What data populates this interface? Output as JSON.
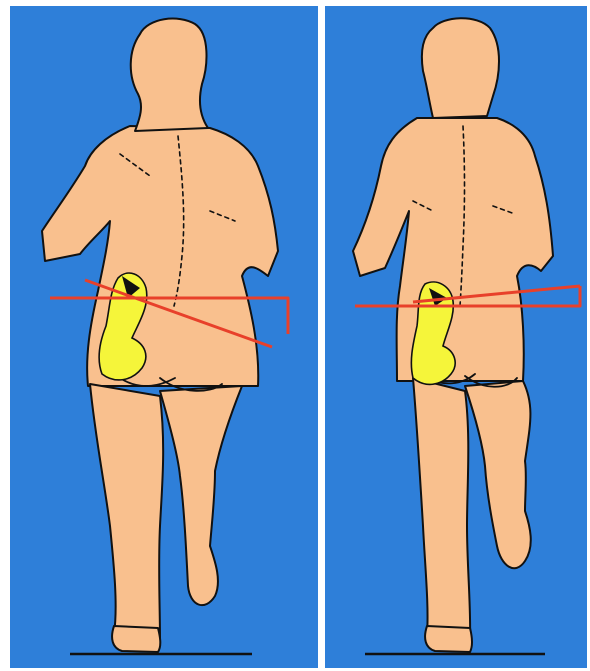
{
  "figure": {
    "panels": [
      {
        "id": "left",
        "subject": "pelvis-tilted-trendelenburg",
        "tilt_lines": 2
      },
      {
        "id": "right",
        "subject": "pelvis-level-normal",
        "tilt_lines": 2
      }
    ]
  },
  "colors": {
    "background": "#2e7fd9",
    "skin": "#f9c08e",
    "outline": "#111111",
    "bone": "#f5f53a",
    "angle_line": "#e8402a",
    "ground": "#111111"
  }
}
